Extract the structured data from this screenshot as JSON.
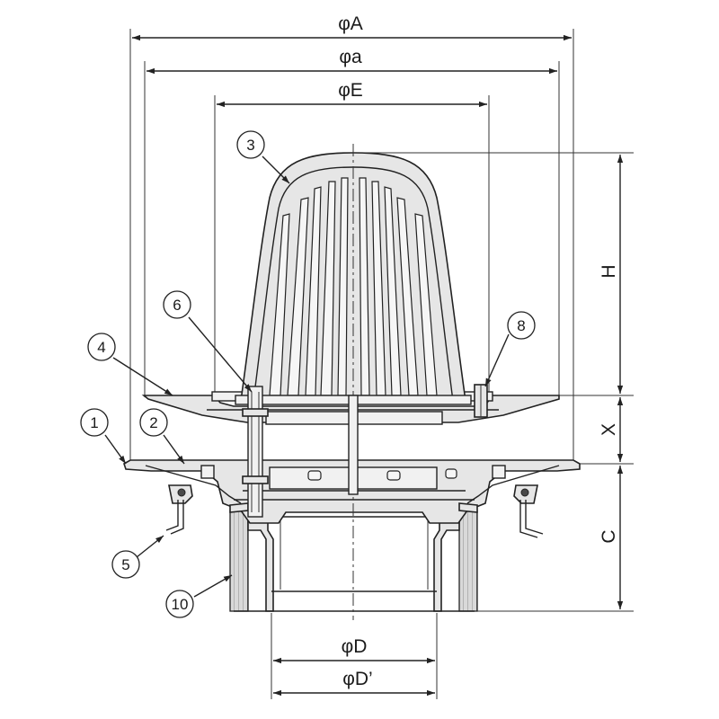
{
  "dimensions": {
    "A": "φA",
    "a": "φa",
    "E": "φE",
    "H": "H",
    "X": "X",
    "C": "C",
    "D": "φD",
    "D_prime": "φD’"
  },
  "part_numbers": [
    {
      "id": "p1",
      "label": "1"
    },
    {
      "id": "p2",
      "label": "2"
    },
    {
      "id": "p3",
      "label": "3"
    },
    {
      "id": "p4",
      "label": "4"
    },
    {
      "id": "p5",
      "label": "5"
    },
    {
      "id": "p6",
      "label": "6"
    },
    {
      "id": "p8",
      "label": "8"
    },
    {
      "id": "p10",
      "label": "10"
    }
  ]
}
